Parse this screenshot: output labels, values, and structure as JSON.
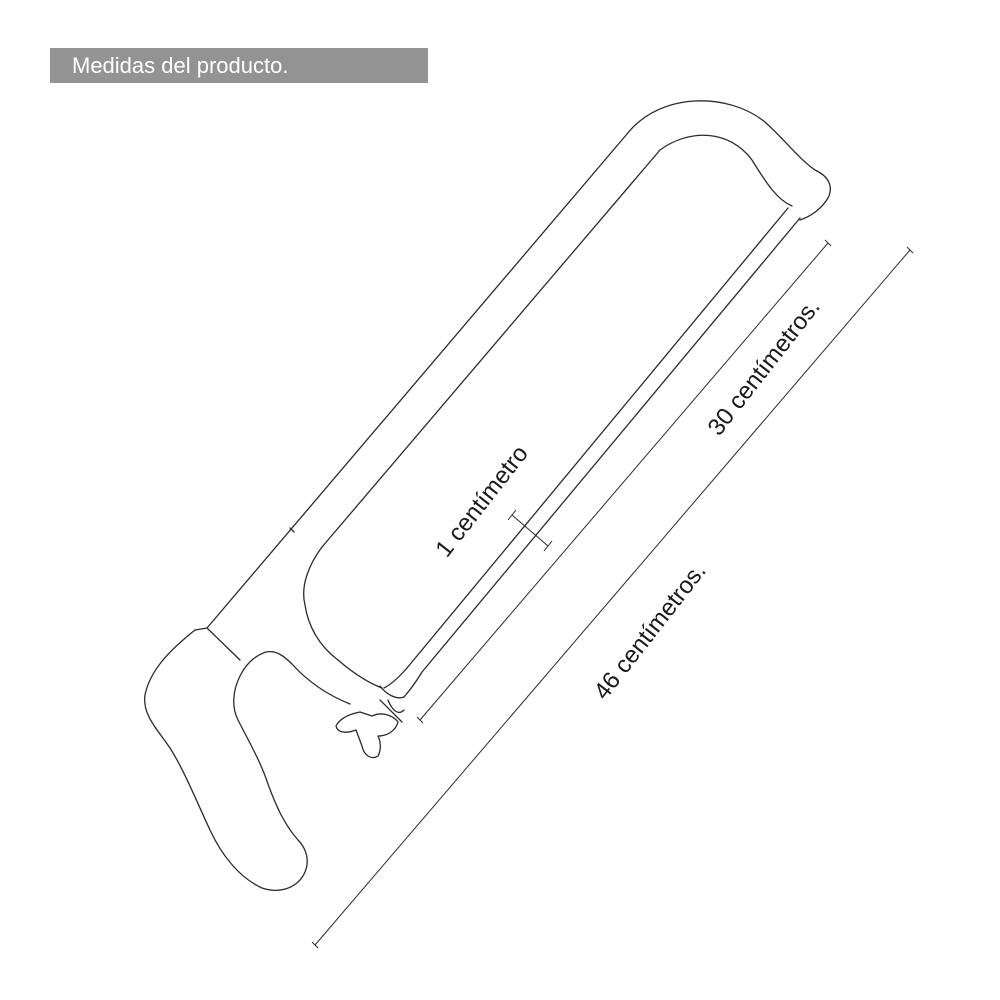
{
  "header": {
    "title": "Medidas del producto."
  },
  "dimensions": {
    "blade_thickness": "1 centímetro",
    "blade_length": "30 centímetros.",
    "total_length": "46 centímetros."
  },
  "colors": {
    "banner": "#939393",
    "line": "#2b2b2b",
    "background": "#ffffff"
  }
}
